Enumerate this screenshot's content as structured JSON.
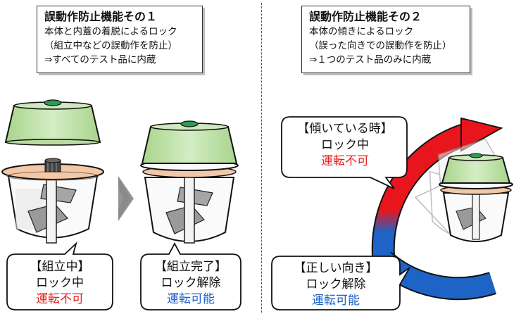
{
  "left_panel": {
    "title": "誤動作防止機能その１",
    "lines": [
      "本体と内蓋の着脱によるロック",
      "（組立中などの誤動作を防止）",
      "⇒すべてのテスト品に内蔵"
    ]
  },
  "right_panel": {
    "title": "誤動作防止機能その２",
    "lines": [
      "本体の傾きによるロック",
      "（誤った向きでの誤動作を防止）",
      "⇒１つのテスト品のみに内蔵"
    ]
  },
  "bubbles": {
    "assembling": {
      "state": "【組立中】",
      "lock": "ロック中",
      "operation": "運転不可"
    },
    "assembled": {
      "state": "【組立完了】",
      "lock": "ロック解除",
      "operation": "運転可能"
    },
    "tilted": {
      "state": "【傾いている時】",
      "lock": "ロック中",
      "operation": "運転不可"
    },
    "upright": {
      "state": "【正しい向き】",
      "lock": "ロック解除",
      "operation": "運転可能"
    }
  },
  "colors": {
    "locked": "#e62020",
    "unlocked": "#1a5fc4",
    "lid": "#c8e6b0",
    "ring": "#f2c8a8",
    "arrow_red": "#e8161c",
    "arrow_blue": "#1e63c6"
  },
  "icons": [
    "chevron-right-icon",
    "curved-arrow-icon"
  ]
}
